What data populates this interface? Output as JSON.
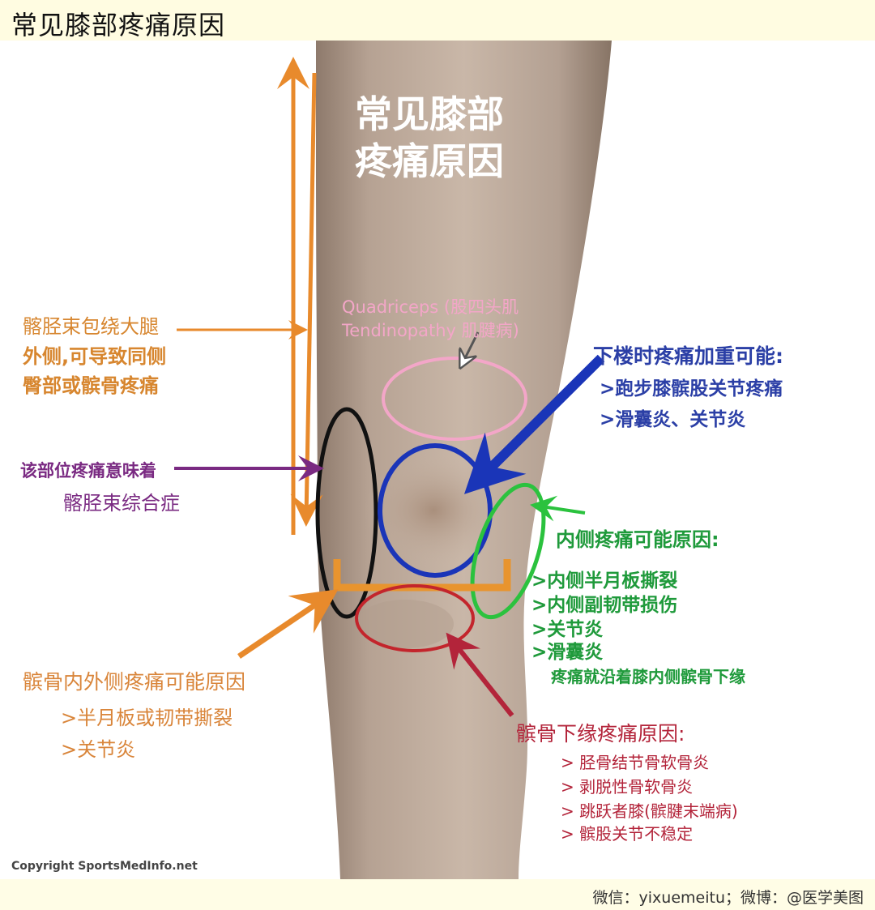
{
  "header": {
    "title": "常见膝部疼痛原因"
  },
  "diagram": {
    "main_title_line1": "常见膝部",
    "main_title_line2": "疼痛原因",
    "quadriceps": {
      "line1": "Quadriceps (股四头肌",
      "line2": "Tendinopathy 肌腱病)",
      "color": "#f3a6c8"
    },
    "it_band": {
      "line1": "髂胫束包绕大腿",
      "line2": "外侧,可导致同侧",
      "line3": "臀部或髌骨疼痛",
      "color": "#d7862f"
    },
    "itbs": {
      "line1": "该部位疼痛意味着",
      "line2": "髂胫束综合症",
      "color": "#7a2a82"
    },
    "downstairs": {
      "title": "下楼时疼痛加重可能:",
      "items": [
        ">跑步膝髌股关节疼痛",
        ">滑囊炎、关节炎"
      ],
      "color": "#2b3fa6"
    },
    "medial": {
      "title": "内侧疼痛可能原因:",
      "items": [
        ">内侧半月板撕裂",
        ">内侧副韧带损伤",
        ">关节炎",
        ">滑囊炎"
      ],
      "note": "疼痛就沿着膝内侧髌骨下缘",
      "color": "#1f9a3b"
    },
    "sides": {
      "title": "髌骨内外侧疼痛可能原因",
      "items": [
        ">半月板或韧带撕裂",
        ">关节炎"
      ],
      "color": "#d9853a"
    },
    "lower": {
      "title": "髌骨下缘疼痛原因:",
      "items": [
        "> 胫骨结节骨软骨炎",
        "> 剥脱性骨软骨炎",
        "> 跳跃者膝(髌腱末端病)",
        "> 髌股关节不稳定"
      ],
      "color": "#b3243a"
    },
    "copyright": "Copyright SportsMedInfo.net"
  },
  "footer": {
    "text": "微信：yixuemeitu；微博：@医学美图"
  }
}
